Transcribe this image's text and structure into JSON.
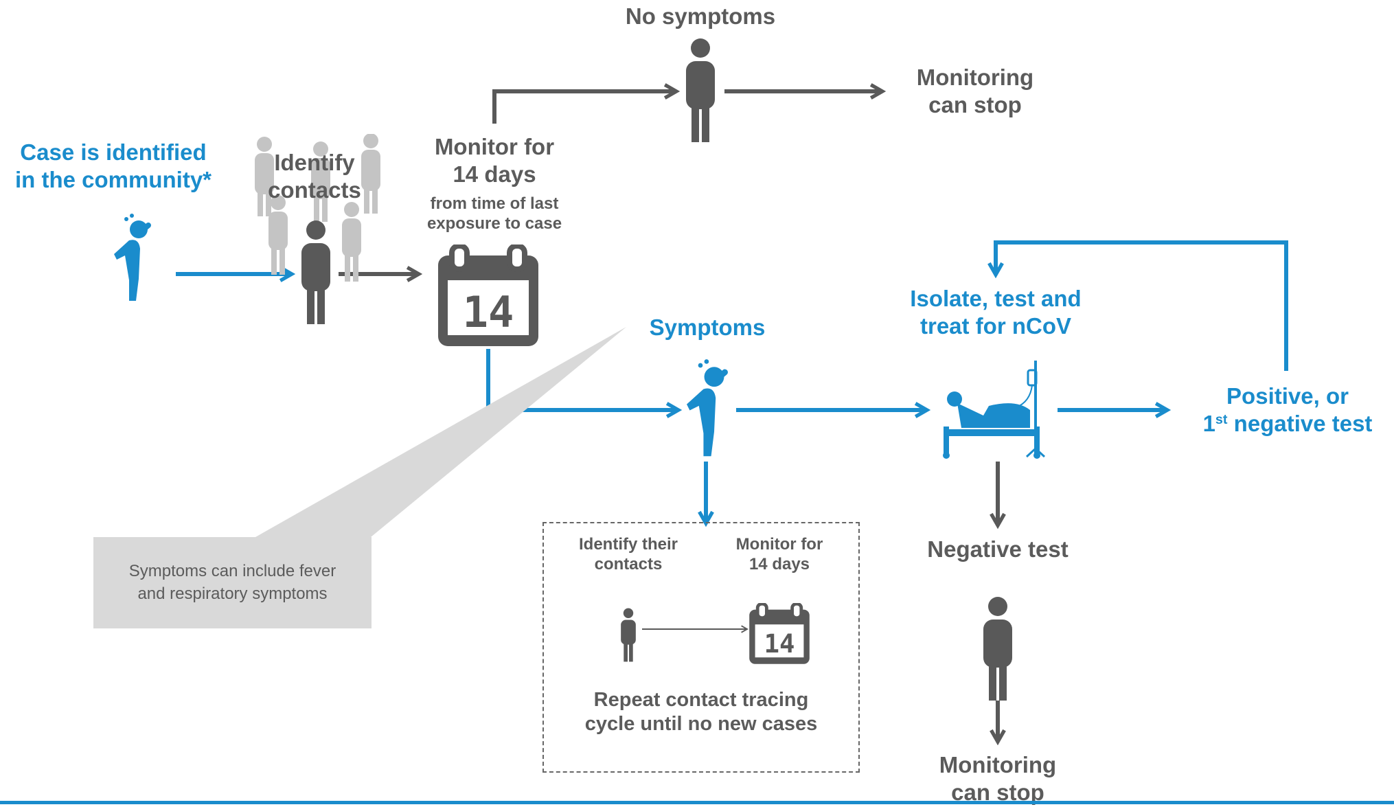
{
  "labels": {
    "case_identified": [
      "Case is identified",
      "in the community*"
    ],
    "identify_contacts": [
      "Identify",
      "contacts"
    ],
    "monitor_title": [
      "Monitor for",
      "14 days"
    ],
    "monitor_sub": [
      "from time of last",
      "exposure to case"
    ],
    "no_symptoms": "No symptoms",
    "monitoring_stop_top": [
      "Monitoring",
      "can stop"
    ],
    "symptoms": "Symptoms",
    "isolate": [
      "Isolate, test and",
      "treat for nCoV"
    ],
    "positive_line1": "Positive, or",
    "positive_ord": "1",
    "positive_sup": "st",
    "positive_rest": " negative test",
    "negative_test": "Negative test",
    "monitoring_stop_bottom": [
      "Monitoring",
      "can stop"
    ]
  },
  "callout": [
    "Symptoms can include fever",
    "and respiratory symptoms"
  ],
  "cycle": {
    "identify": [
      "Identify their",
      "contacts"
    ],
    "monitor": [
      "Monitor for",
      "14 days"
    ],
    "repeat": [
      "Repeat contact tracing",
      "cycle until no new cases"
    ]
  },
  "calendar_number": "14",
  "colors": {
    "blue": "#1a8ccc",
    "grey": "#595959",
    "light_grey": "#c4c4c4",
    "callout": "#d9d9d9"
  },
  "icons": [
    "sick-person-icon",
    "person-icon",
    "calendar-icon",
    "hospital-bed-icon",
    "iv-drip-icon"
  ]
}
